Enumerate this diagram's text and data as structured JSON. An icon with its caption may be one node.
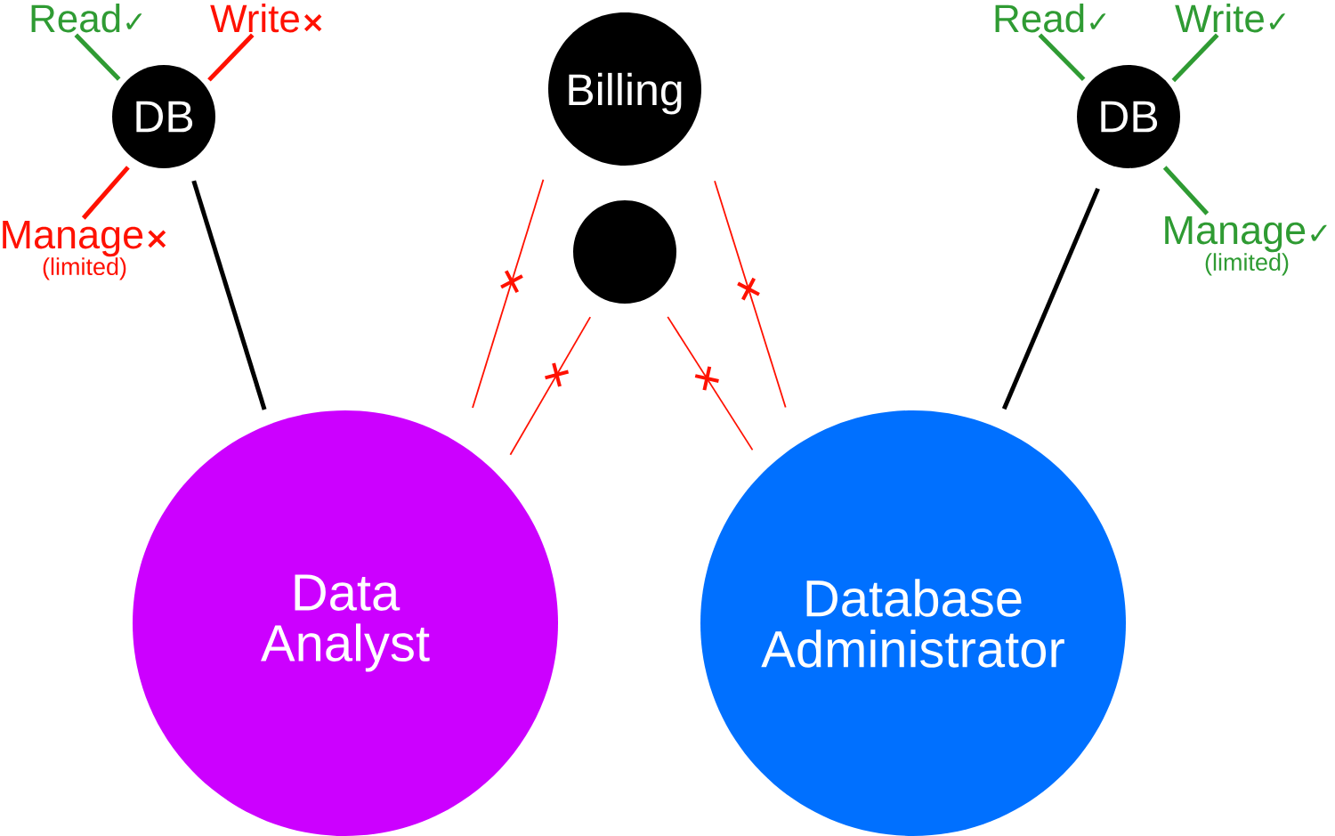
{
  "diagram": {
    "nodes": [
      {
        "text": [
          "Read✓"
        ]
      },
      {
        "text": [
          "Write×"
        ]
      },
      {
        "text": [
          "Billing"
        ]
      },
      {
        "text": [
          "Read✓"
        ]
      },
      {
        "text": [
          "Write✓"
        ]
      },
      {
        "text": [
          "DB"
        ]
      },
      {
        "text": [
          "DB"
        ]
      },
      {
        "text": [
          "Manage×",
          "(limited)"
        ]
      },
      {
        "text": [],
        "shape": "circle"
      },
      {
        "text": [
          "Manage✓",
          "(limited)"
        ]
      },
      {
        "text": [
          "Data Analyst"
        ]
      },
      {
        "text": [
          "Database Administrator"
        ]
      }
    ],
    "edges": [
      {
        "from": 0,
        "to": 5,
        "arrow": "none",
        "color": "#2f9b33"
      },
      {
        "from": 1,
        "to": 5,
        "arrow": "none"
      },
      {
        "from": 7,
        "to": 5,
        "arrow": "none"
      },
      {
        "from": 5,
        "to": 10,
        "arrow": "none",
        "color": "#000000"
      },
      {
        "from": 2,
        "to": 10,
        "arrow": "none"
      },
      {
        "from": 8,
        "to": 10,
        "arrow": "none"
      },
      {
        "from": 2,
        "to": 11,
        "arrow": "none"
      },
      {
        "from": 8,
        "to": 11,
        "arrow": "none"
      },
      {
        "from": 3,
        "to": 6,
        "arrow": "none",
        "color": "#2f9b33"
      },
      {
        "from": 4,
        "to": 6,
        "arrow": "none",
        "color": "#2f9b33"
      },
      {
        "from": 9,
        "to": 6,
        "arrow": "none",
        "color": "#2f9b33"
      },
      {
        "from": 6,
        "to": 11,
        "arrow": "none",
        "color": "#000000"
      }
    ]
  }
}
